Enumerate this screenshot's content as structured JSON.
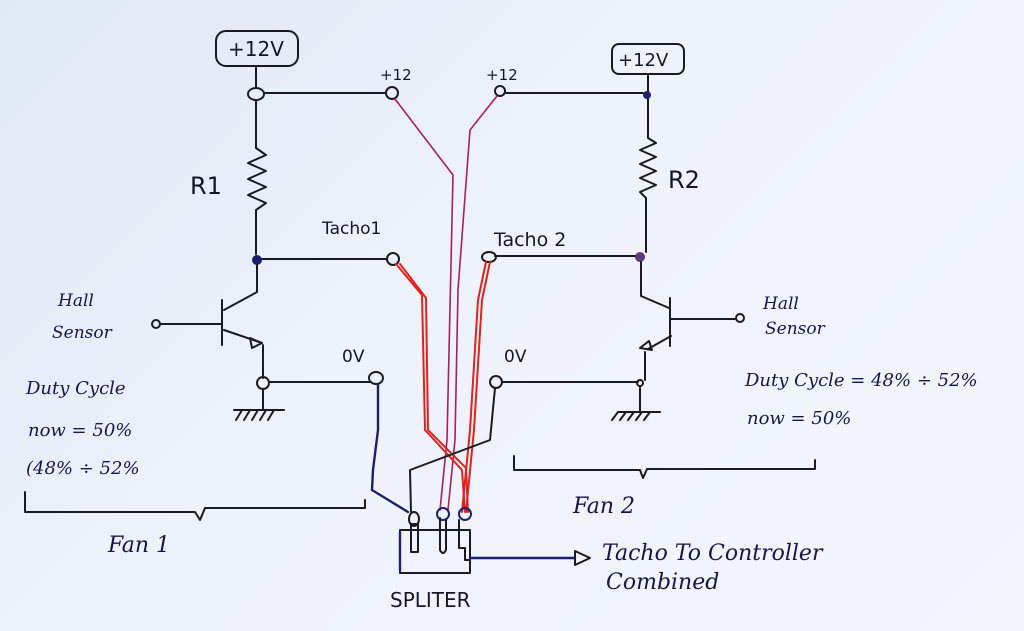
{
  "diagram": {
    "type": "hand-drawn circuit schematic",
    "colors": {
      "ink": "#1a1a22",
      "blue_ink": "#1d1f6e",
      "red_wire": "#e0221c",
      "magenta_wire": "#a8205a"
    },
    "fan1": {
      "supply_label": "+12V",
      "resistor_label": "R1",
      "pin_12v_label": "+12",
      "pin_tacho_label": "Tacho1",
      "pin_gnd_label": "0V",
      "hall_label_line1": "Hall",
      "hall_label_line2": "Sensor",
      "duty_line1": "Duty Cycle",
      "duty_line2": "now = 50%",
      "duty_line3": "(48% ÷ 52%",
      "group_label": "Fan 1"
    },
    "fan2": {
      "supply_label": "+12V",
      "resistor_label": "R2",
      "pin_12v_label": "+12",
      "pin_tacho_label": "Tacho 2",
      "pin_gnd_label": "0V",
      "hall_label_line1": "Hall",
      "hall_label_line2": "Sensor",
      "duty_line1": "Duty Cycle = 48% ÷ 52%",
      "duty_line2": "now = 50%",
      "group_label": "Fan 2"
    },
    "splitter": {
      "label": "SPLITER",
      "output_line1": "Tacho To Controller",
      "output_line2": "Combined"
    }
  }
}
